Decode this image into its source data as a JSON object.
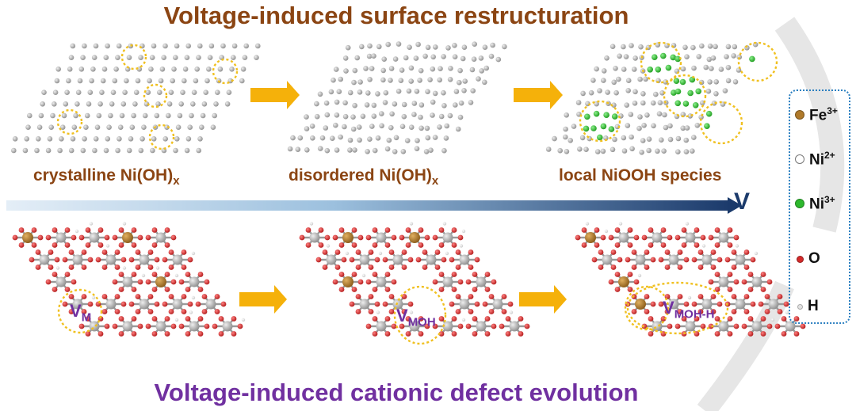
{
  "title_top": "Voltage-induced surface restructuration",
  "title_bottom": "Voltage-induced cationic defect evolution",
  "axis_label": "V",
  "panels": [
    {
      "label": "crystalline Ni(OH)",
      "sub": "x"
    },
    {
      "label": "disordered Ni(OH)",
      "sub": "x"
    },
    {
      "label": "local NiOOH species",
      "sub": ""
    }
  ],
  "vacancies": [
    {
      "main": "V",
      "sub": "M"
    },
    {
      "main": "V",
      "sub": "MOH"
    },
    {
      "main": "V",
      "sub": "MOH-H"
    }
  ],
  "legend": [
    {
      "symbol": "Fe",
      "charge": "3+",
      "color": "#b07a2a"
    },
    {
      "symbol": "Ni",
      "charge": "2+",
      "color": "#b8b8b8"
    },
    {
      "symbol": "Ni",
      "charge": "3+",
      "color": "#2db82d"
    },
    {
      "symbol": "O",
      "charge": "",
      "color": "#d42a2a"
    },
    {
      "symbol": "H",
      "charge": "",
      "color": "#e2e2e2"
    }
  ],
  "colors": {
    "title_top": "#8b4513",
    "title_bottom": "#7030a0",
    "label_brown": "#8b4513",
    "arrow_orange": "#f5b10a",
    "circle_dotted": "#f0c020",
    "axis_start": "#d8e8f4",
    "axis_end": "#1b3a6b",
    "ni2": "#a8a8a8",
    "ni3": "#2db82d",
    "fe3": "#b07a2a",
    "oxygen": "#d42a2a",
    "hydrogen": "#e6e6e6",
    "vacancy_text": "#7030a0"
  }
}
